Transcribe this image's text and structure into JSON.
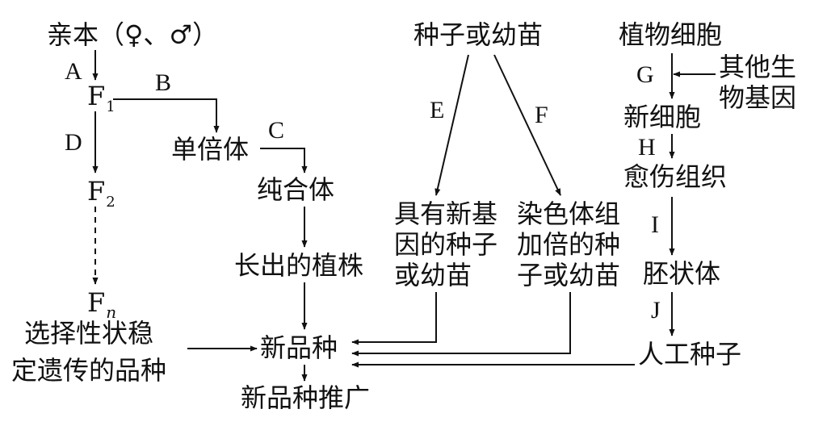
{
  "nodes": {
    "parents": "亲本（♀、♂）",
    "f1": "F",
    "f1_sub": "1",
    "f2": "F",
    "f2_sub": "2",
    "fn": "F",
    "fn_sub": "n",
    "haploid": "单倍体",
    "homozygous": "纯合体",
    "grown_plant": "长出的植株",
    "select_line1": "选择性状稳",
    "select_line2": "定遗传的品种",
    "new_variety": "新品种",
    "promotion": "新品种推广",
    "seed_seedling": "种子或幼苗",
    "new_gene_line1": "具有新基",
    "new_gene_line2": "因的种子",
    "new_gene_line3": "或幼苗",
    "doubled_line1": "染色体组",
    "doubled_line2": "加倍的种",
    "doubled_line3": "子或幼苗",
    "plant_cell": "植物细胞",
    "other_gene_line1": "其他生",
    "other_gene_line2": "物基因",
    "new_cell": "新细胞",
    "callus": "愈伤组织",
    "embryoid": "胚状体",
    "artificial_seed": "人工种子"
  },
  "labels": {
    "A": "A",
    "B": "B",
    "C": "C",
    "D": "D",
    "E": "E",
    "F": "F",
    "G": "G",
    "H": "H",
    "I": "I",
    "J": "J"
  }
}
